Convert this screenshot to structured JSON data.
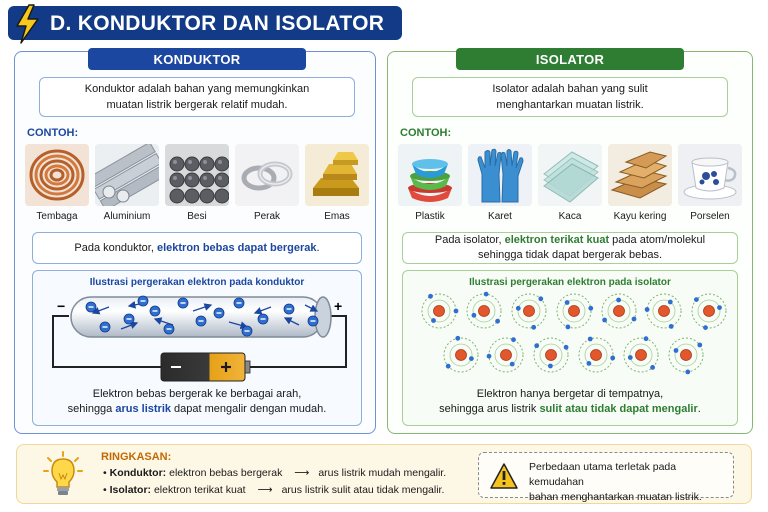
{
  "header": {
    "title": "D. KONDUKTOR DAN ISOLATOR",
    "icon": "lightning-icon",
    "accent": "#123a86"
  },
  "konduktor": {
    "heading": "KONDUKTOR",
    "definition_line1": "Konduktor adalah bahan yang memungkinkan",
    "definition_line2": "muatan listrik bergerak relatif mudah.",
    "contoh_label": "CONTOH:",
    "examples": [
      "Tembaga",
      "Aluminium",
      "Besi",
      "Perak",
      "Emas"
    ],
    "note_prefix": "Pada konduktor, ",
    "note_highlight": "elektron bebas dapat bergerak",
    "note_suffix": ".",
    "illustration_title": "Ilustrasi pergerakan elektron pada konduktor",
    "minus_sign": "−",
    "plus_sign": "+",
    "caption_line1": "Elektron bebas bergerak ke berbagai arah,",
    "caption_line2_prefix": "sehingga ",
    "caption_line2_highlight": "arus listrik",
    "caption_line2_suffix": " dapat mengalir dengan mudah.",
    "color": "#1c47a0"
  },
  "isolator": {
    "heading": "ISOLATOR",
    "definition_line1": "Isolator adalah bahan yang sulit",
    "definition_line2": "menghantarkan muatan listrik.",
    "contoh_label": "CONTOH:",
    "examples": [
      "Plastik",
      "Karet",
      "Kaca",
      "Kayu kering",
      "Porselen"
    ],
    "note_line1_prefix": "Pada isolator, ",
    "note_line1_highlight": "elektron terikat kuat",
    "note_line1_suffix": " pada atom/molekul",
    "note_line2": "sehingga tidak dapat bergerak bebas.",
    "illustration_title": "Ilustrasi pergerakan elektron pada isolator",
    "caption_line1": "Elektron hanya bergetar di tempatnya,",
    "caption_line2_prefix": "sehingga arus listrik ",
    "caption_line2_highlight": "sulit atau tidak dapat mengalir",
    "caption_line2_suffix": ".",
    "color": "#2e7d32"
  },
  "summary": {
    "title": "RINGKASAN:",
    "item1_label": "Konduktor:",
    "item1_text": " elektron bebas bergerak",
    "item1_result": "arus listrik mudah mengalir.",
    "item2_label": "Isolator:",
    "item2_text": " elektron terikat kuat",
    "item2_result": "arus listrik sulit atau tidak mengalir.",
    "arrow": "⟶",
    "bullet": "•",
    "warning_line1": "Perbedaan utama terletak pada kemudahan",
    "warning_line2": "bahan menghantarkan muatan listrik.",
    "icons": [
      "lightbulb-icon",
      "warning-icon"
    ]
  }
}
